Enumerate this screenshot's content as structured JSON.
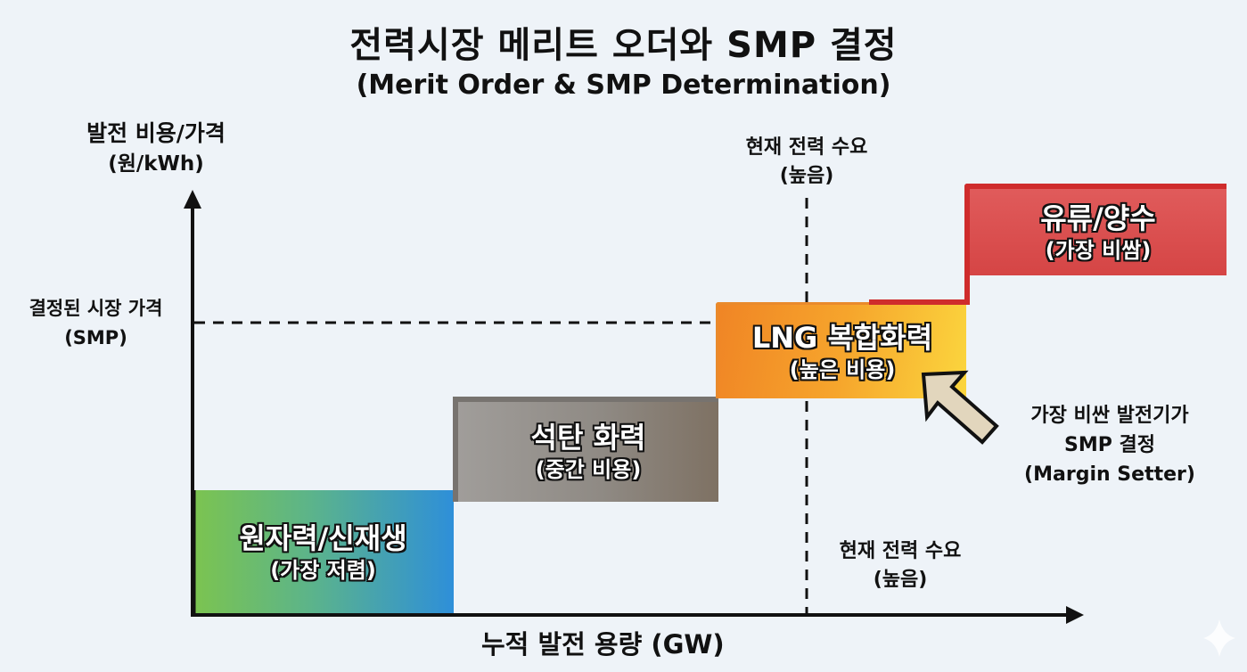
{
  "title": "전력시장 메리트 오더와 SMP 결정",
  "subtitle": "(Merit Order & SMP Determination)",
  "axes": {
    "y_label_line1": "발전 비용/가격",
    "y_label_line2": "(원/kWh)",
    "x_label": "누적 발전 용량 (GW)"
  },
  "smp_line": {
    "label_line1": "결정된 시장 가격",
    "label_line2": "(SMP)"
  },
  "demand_line": {
    "top_label_line1": "현재 전력 수요",
    "top_label_line2": "(높음)",
    "bottom_label_line1": "현재 전력 수요",
    "bottom_label_line2": "(높음)"
  },
  "blocks": [
    {
      "name": "원자력/신재생",
      "note": "(가장 저렴)",
      "colors": [
        "#7cc44f",
        "#2e8fd9"
      ]
    },
    {
      "name": "석탄 화력",
      "note": "(중간 비용)",
      "colors": [
        "#a09d9a",
        "#7e7163"
      ]
    },
    {
      "name": "LNG 복합화력",
      "note": "(높은 비용)",
      "colors": [
        "#f08525",
        "#fbd63e"
      ]
    },
    {
      "name": "유류/양수",
      "note": "(가장 비쌈)",
      "colors": [
        "#e05b5b",
        "#d54545"
      ]
    }
  ],
  "annotation": {
    "line1": "가장 비싼 발전기가",
    "line2": "SMP 결정",
    "line3": "(Margin Setter)",
    "arrow_icon": "arrow-up-left-icon",
    "arrow_color": "#e2d6bd"
  },
  "colors": {
    "background": "#eef3f8",
    "axis": "#111111"
  },
  "chart_data": {
    "type": "bar",
    "title": "전력시장 메리트 오더와 SMP 결정 (Merit Order & SMP Determination)",
    "xlabel": "누적 발전 용량 (GW)",
    "ylabel": "발전 비용/가격 (원/kWh)",
    "categories": [
      "원자력/신재생 (가장 저렴)",
      "석탄 화력 (중간 비용)",
      "LNG 복합화력 (높은 비용)",
      "유류/양수 (가장 비쌈)"
    ],
    "relative_cost_level": [
      1,
      2,
      3,
      4
    ],
    "annotations": [
      "결정된 시장 가격 (SMP) — set at LNG 복합화력 level",
      "현재 전력 수요 (높음) — vertical demand line within LNG block",
      "가장 비싼 발전기가 SMP 결정 (Margin Setter)"
    ],
    "grid": false,
    "legend": "none"
  }
}
